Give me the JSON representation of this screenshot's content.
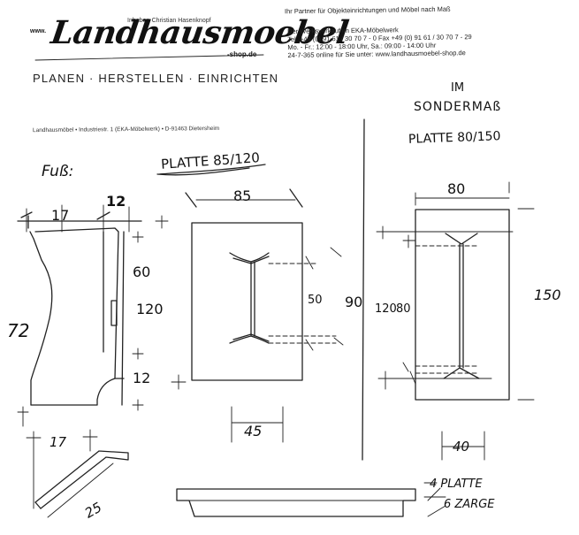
{
  "letterhead": {
    "owner": "Inhaber: Christian Hasenknopf",
    "www": "www.",
    "logo": "Landhausmoebel",
    "domain": "-shop.de",
    "tagline": "PLANEN · HERSTELLEN · EINRICHTEN",
    "partner": "Ihr Partner für Objekteinrichtungen und Möbel nach Maß",
    "contact_lines": [
      "Der Werksverkauf im EKA-Möbelwerk",
      "Tel. +49 (0) 91 61 / 30 70 7 - 0 Fax +49 (0) 91 61 / 30 70 7 - 29",
      "Mo. - Fr.: 12:00 - 18:00 Uhr, Sa.: 09:00 - 14:00 Uhr",
      "24-7-365 online für Sie unter: www.landhausmoebel-shop.de"
    ],
    "address": "Landhausmöbel • Industriestr. 1 (EKA-Möbelwerk) • D-91463 Dietersheim"
  },
  "notes": {
    "im": "IM",
    "sondermass": "SONDERMAß",
    "platte_80_150": "PLATTE 80/150",
    "fuss": "Fuß:",
    "platte_85_120": "PLATTE 85/120",
    "platte_label": "4 PLATTE",
    "zarge_label": "6 ZARGE"
  },
  "dimensions": {
    "d17_top": "17",
    "d12_top": "12",
    "d60": "60",
    "d120_left": "120",
    "d72": "72",
    "d12_lower": "12",
    "d17_lower": "17",
    "d25": "25",
    "d85": "85",
    "d50": "50",
    "d90": "90",
    "d45": "45",
    "d80": "80",
    "d120_right": "120",
    "d80_side": "80",
    "d150": "150",
    "d40": "40"
  }
}
